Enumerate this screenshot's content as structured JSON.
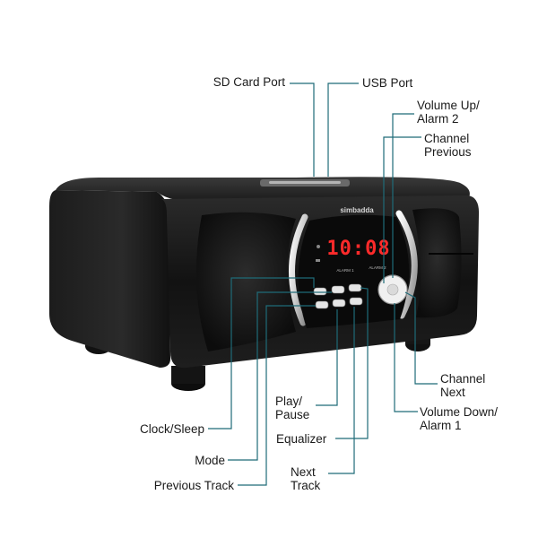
{
  "device": {
    "brand_text": "simbadda",
    "clock_display": "10:08",
    "alarm1_text": "ALARM 1",
    "alarm2_text": "ALARM 2"
  },
  "callouts": {
    "sd_card_port": "SD Card Port",
    "usb_port": "USB Port",
    "volume_up": {
      "line1": "Volume Up/",
      "line2": "Alarm 2"
    },
    "channel_previous": {
      "line1": "Channel",
      "line2": "Previous"
    },
    "channel_next": {
      "line1": "Channel",
      "line2": "Next"
    },
    "volume_down": {
      "line1": "Volume Down/",
      "line2": "Alarm 1"
    },
    "clock_sleep": "Clock/Sleep",
    "play_pause": {
      "line1": "Play/",
      "line2": "Pause"
    },
    "mode": "Mode",
    "equalizer": "Equalizer",
    "previous_track": "Previous Track",
    "next_track": {
      "line1": "Next",
      "line2": "Track"
    }
  },
  "colors": {
    "leader_line": "#1f6b78",
    "label_text": "#1a1a1a",
    "led_red": "#ff2a2a",
    "body_dark": "#141414"
  }
}
